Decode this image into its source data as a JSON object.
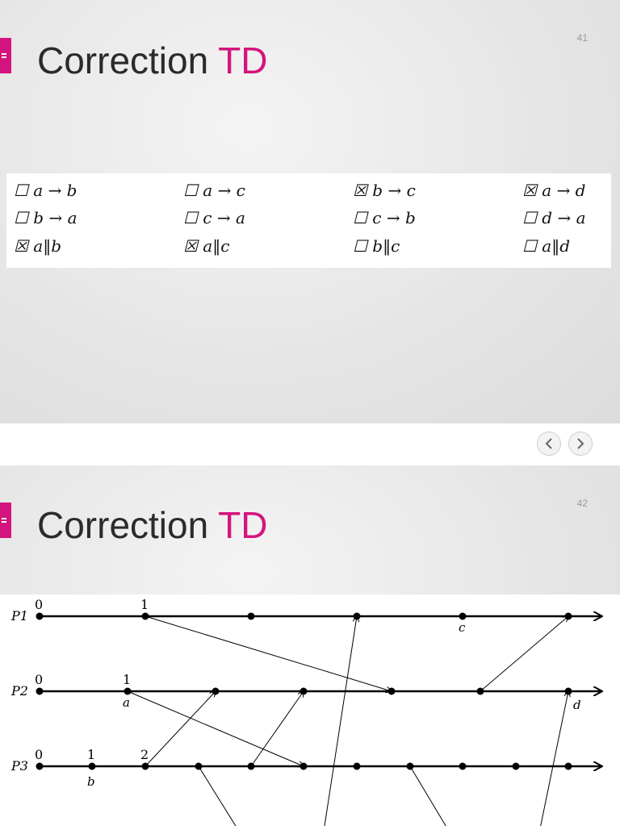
{
  "slide1": {
    "title_main": "Correction",
    "title_accent": "TD",
    "page_number": "41",
    "options": [
      [
        "☐ a → b",
        "☐ a → c",
        "☒ b → c",
        "☒ a → d"
      ],
      [
        "☐ b → a",
        "☐ c → a",
        "☐ c → b",
        "☐ d → a"
      ],
      [
        "☒ a‖b",
        "☒ a‖c",
        "☐ b‖c",
        "☐ a‖d"
      ]
    ]
  },
  "nav": {
    "prev_icon": "chevron-left-icon",
    "next_icon": "chevron-right-icon",
    "prev_glyph": "‹",
    "next_glyph": "›"
  },
  "slide2": {
    "title_main": "Correction",
    "title_accent": "TD",
    "page_number": "42",
    "processes": [
      "P1",
      "P2",
      "P3"
    ],
    "start_labels": [
      "0",
      "0",
      "0"
    ],
    "clock_labels": {
      "p1_1": "1",
      "p2_1": "1",
      "p3_1": "1",
      "p3_2": "2"
    },
    "event_labels": {
      "a": "a",
      "b": "b",
      "c": "c",
      "d": "d"
    }
  },
  "colors": {
    "accent": "#d4147e",
    "title": "#2b2b2b"
  }
}
